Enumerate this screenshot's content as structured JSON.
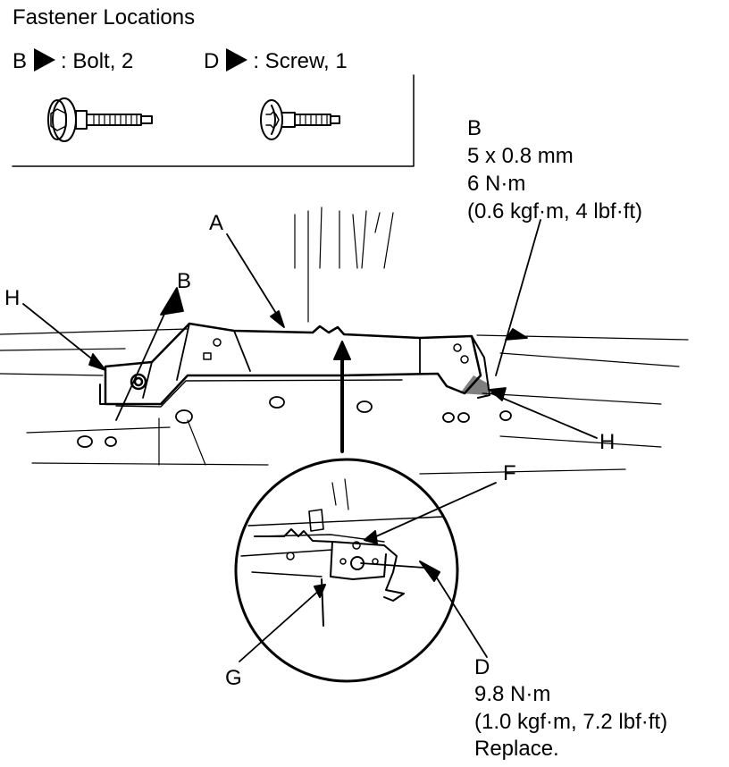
{
  "legend": {
    "title": "Fastener Locations",
    "bolt": {
      "letter": "B",
      "desc": ": Bolt, 2"
    },
    "screw": {
      "letter": "D",
      "desc": ": Screw, 1"
    }
  },
  "callouts": {
    "A": "A",
    "B_left": "B",
    "H_left": "H",
    "H_right": "H",
    "F": "F",
    "G": "G",
    "D": "D"
  },
  "spec_B": {
    "letter": "B",
    "size": "5 x 0.8 mm",
    "torque": "6 N·m",
    "alt": "(0.6 kgf·m, 4 lbf·ft)"
  },
  "spec_D": {
    "torque": "9.8 N·m",
    "alt": "(1.0 kgf·m, 7.2 lbf·ft)",
    "note": "Replace."
  },
  "colors": {
    "ink": "#000000",
    "paper": "#ffffff"
  }
}
